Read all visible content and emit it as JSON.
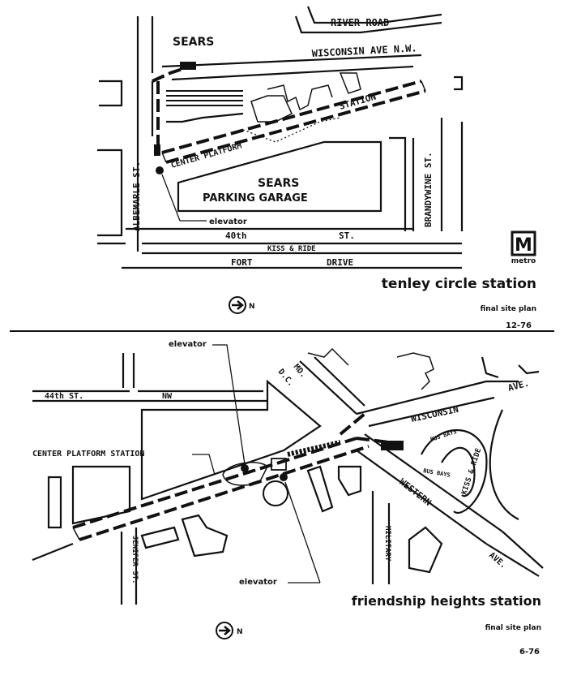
{
  "top_map": {
    "labels": {
      "river_road": "RIVER ROAD",
      "sears": "SEARS",
      "wisconsin_ave": "WISCONSIN AVE N.W.",
      "station": "STATION",
      "center_platform": "CENTER PLATFORM",
      "albemarle": "ALBEMARLE ST.",
      "brandywine": "BRANDYWINE ST.",
      "sears_parking_1": "SEARS",
      "sears_parking_2": "PARKING GARAGE",
      "elevator": "elevator",
      "st_40th": "40th",
      "st_40th_suffix": "ST.",
      "kiss_ride": "KISS & RIDE",
      "fort": "FORT",
      "drive": "DRIVE",
      "metro": "metro",
      "metro_letter": "M"
    },
    "title": "tenley circle station",
    "subtitle": "final site plan",
    "date": "12-76",
    "north": "N"
  },
  "bottom_map": {
    "labels": {
      "elevator_top": "elevator",
      "md": "MD.",
      "dc": "D.C.",
      "st_44th": "44th ST.",
      "nw": "NW",
      "ave_top": "AVE.",
      "wisconsin": "WISCONSIN",
      "center_platform_station": "CENTER PLATFORM STATION",
      "bus_bays_1": "BUS BAYS",
      "bus_bays_2": "BUS BAYS",
      "kiss_ride": "KISS & RIDE",
      "western": "WESTERN",
      "military": "MILITARY",
      "jenifer": "JENIFER ST.",
      "ave_bottom": "AVE.",
      "elevator_bottom": "elevator"
    },
    "title": "friendship heights station",
    "subtitle": "final site plan",
    "date": "6-76",
    "north": "N"
  }
}
